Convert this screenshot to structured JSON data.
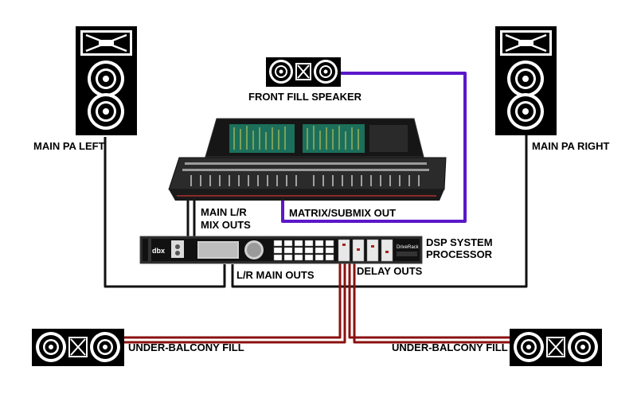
{
  "labels": {
    "main_pa_left": "MAIN PA LEFT",
    "main_pa_right": "MAIN PA RIGHT",
    "front_fill": "FRONT FILL SPEAKER",
    "main_lr_line1": "MAIN L/R",
    "main_lr_line2": "MIX OUTS",
    "matrix_submix": "MATRIX/SUBMIX OUT",
    "dsp_line1": "DSP SYSTEM",
    "dsp_line2": "PROCESSOR",
    "lr_main_outs": "L/R MAIN OUTS",
    "delay_outs": "DELAY OUTS",
    "under_balcony_left": "UNDER-BALCONY FILL",
    "under_balcony_right": "UNDER-BALCONY FILL"
  },
  "device": {
    "brand": "dbx",
    "model": "DriveRack"
  },
  "colors": {
    "cable_black": "#111111",
    "cable_purple": "#5b17c9",
    "cable_red": "#8b1010",
    "speaker_body": "#000000",
    "console_screen": "#1c6f5a"
  }
}
